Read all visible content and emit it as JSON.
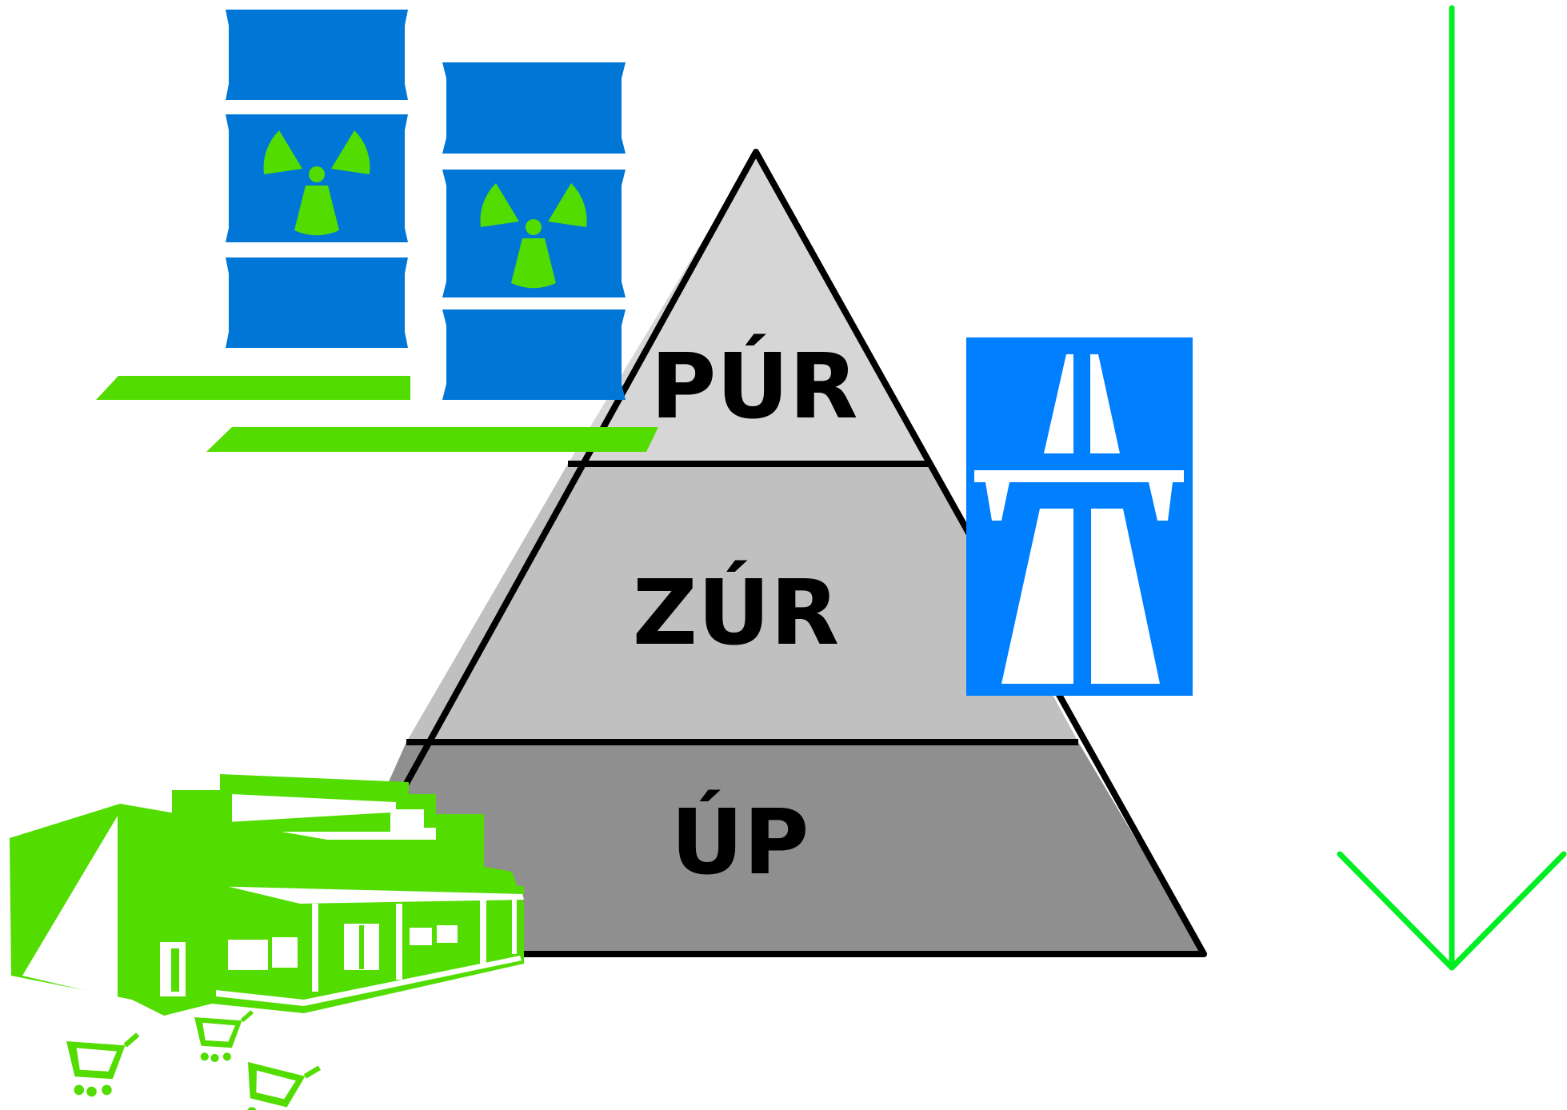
{
  "pyramid": {
    "tiers": [
      {
        "label": "PÚR",
        "color": "#d6d6d6"
      },
      {
        "label": "ZÚR",
        "color": "#c0c0c0"
      },
      {
        "label": "ÚP",
        "color": "#8f8f8f"
      }
    ],
    "outline_color": "#000000"
  },
  "colors": {
    "barrel_blue": "#0077d6",
    "sign_blue": "#0080ff",
    "accent_green": "#52dc00",
    "arrow_green": "#00ee22",
    "white": "#ffffff"
  },
  "icons": {
    "barrels": "radioactive-barrel-icon",
    "highway": "highway-sign-icon",
    "store": "shopping-center-icon",
    "arrow": "down-arrow-icon"
  }
}
